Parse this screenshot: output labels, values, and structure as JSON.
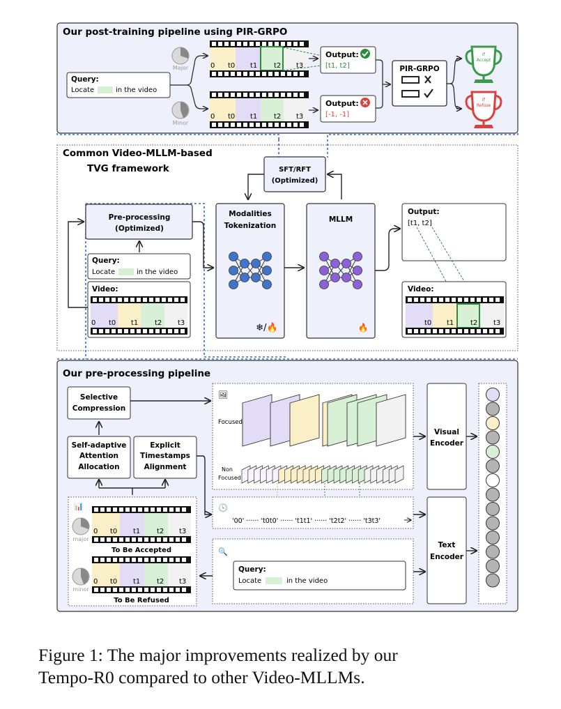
{
  "colors": {
    "panel_bg": "#eef0fb",
    "border": "#333333",
    "dash_blue": "#3b6bbf",
    "green": "#2e8b3d",
    "red": "#d9423a",
    "seg_purple": "#e3dcf6",
    "seg_yellow": "#fbefc8",
    "seg_green": "#d8f0d6",
    "seg_gray": "#f2f2f2",
    "node_purple": "#8a62d6",
    "node_blue": "#3f74c9",
    "circle_gray": "#b3b3b3"
  },
  "top": {
    "title": "Our post-training pipeline using PIR-GRPO",
    "major_label": "Major",
    "minor_label": "Minor",
    "query_title": "Query:",
    "query_locate": "Locate",
    "query_suffix": "in the video",
    "film_labels": [
      "0",
      "t0",
      "t1",
      "t2",
      "t3"
    ],
    "output_ok_title": "Output:",
    "output_ok_value": "[t1, t2]",
    "output_bad_title": "Output:",
    "output_bad_value": "[-1, -1]",
    "pir_title": "PIR-GRPO",
    "trophy_accept_line1": "If",
    "trophy_accept_line2": "Accept",
    "trophy_refuse_line1": "If",
    "trophy_refuse_line2": "Refuse"
  },
  "middle": {
    "title_line1": "Common Video-MLLM-based",
    "title_line2": "TVG framework",
    "sft_line1": "SFT/RFT",
    "sft_line2": "(Optimized)",
    "pre_line1": "Pre-processing",
    "pre_line2": "(Optimized)",
    "tok_line1": "Modalities",
    "tok_line2": "Tokenization",
    "mllm": "MLLM",
    "query_title": "Query:",
    "query_locate": "Locate",
    "query_suffix": "in the video",
    "video_title": "Video:",
    "film_labels": [
      "0",
      "t0",
      "t1",
      "t2",
      "t3"
    ],
    "output_title": "Output:",
    "output_value": "[t1, t2]",
    "video2_title": "Video:",
    "film2_labels": [
      "t0",
      "t1",
      "t2",
      "t3"
    ]
  },
  "bottom": {
    "title": "Our pre-processing pipeline",
    "selective_line1": "Selective",
    "selective_line2": "Compression",
    "self_line1": "Self-adaptive",
    "self_line2": "Attention",
    "self_line3": "Allocation",
    "explicit_line1": "Explicit",
    "explicit_line2": "Timestamps",
    "explicit_line3": "Alignment",
    "focused": "Focused",
    "non_line1": "Non",
    "non_line2": "Focused",
    "visual_line1": "Visual",
    "visual_line2": "Encoder",
    "text_line1": "Text",
    "text_line2": "Encoder",
    "timeline": "'00' ······ 't0t0' ······ 't1t1' ······ 't2t2' ······ 't3t3'",
    "query_title": "Query:",
    "query_locate": "Locate",
    "query_suffix": "in the video",
    "major_label": "major",
    "minor_label": "minor",
    "film_labels": [
      "0",
      "t0",
      "t1",
      "t2",
      "t3"
    ],
    "accepted_label": "To Be Accepted",
    "refused_label": "To Be Refused"
  },
  "caption": {
    "line1": "Figure 1: The major improvements realized by our",
    "line2": "Tempo-R0 compared to other Video-MLLMs."
  }
}
